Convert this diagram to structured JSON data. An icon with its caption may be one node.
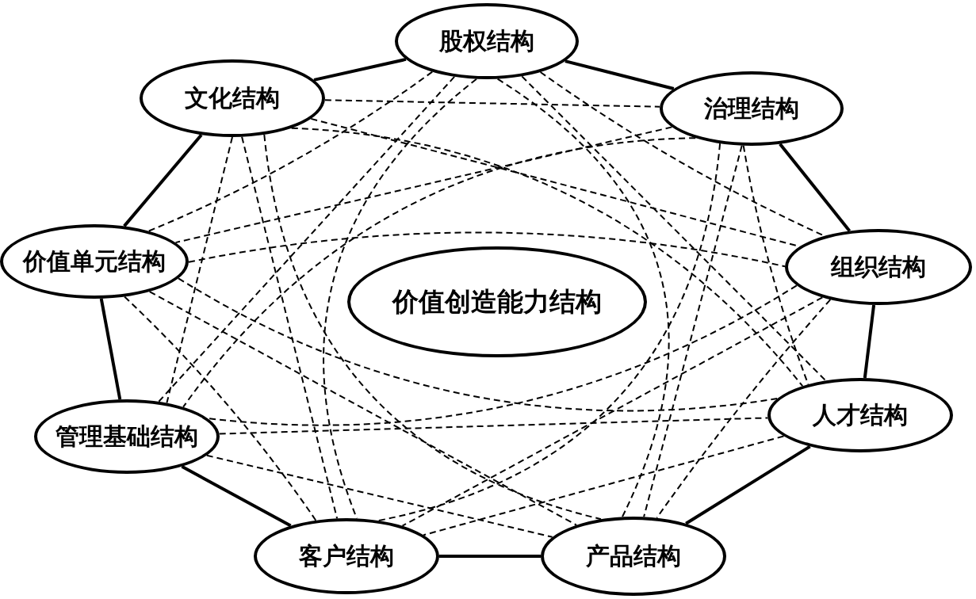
{
  "diagram": {
    "nodes": [
      {
        "text": [
          "股权结构"
        ]
      },
      {
        "text": [
          "文化结构"
        ]
      },
      {
        "text": [
          "治理结构"
        ]
      },
      {
        "text": [
          "价值单元结构"
        ]
      },
      {
        "text": [
          "组织结构"
        ]
      },
      {
        "text": [
          "价值创造能力结构"
        ]
      },
      {
        "text": [
          "管理基础结构"
        ]
      },
      {
        "text": [
          "人才结构"
        ]
      },
      {
        "text": [
          "客户结构"
        ]
      },
      {
        "text": [
          "产品结构"
        ]
      }
    ],
    "edges": [
      {
        "from": 0,
        "to": 2,
        "arrow": "none",
        "style": "thick"
      },
      {
        "from": 2,
        "to": 4,
        "arrow": "none",
        "style": "thick"
      },
      {
        "from": 4,
        "to": 7,
        "arrow": "none",
        "style": "thick"
      },
      {
        "from": 7,
        "to": 9,
        "arrow": "none",
        "style": "thick"
      },
      {
        "from": 9,
        "to": 8,
        "arrow": "none",
        "style": "thick"
      },
      {
        "from": 8,
        "to": 6,
        "arrow": "none",
        "style": "thick"
      },
      {
        "from": 6,
        "to": 3,
        "arrow": "none",
        "style": "thick"
      },
      {
        "from": 3,
        "to": 1,
        "arrow": "none",
        "style": "thick"
      },
      {
        "from": 1,
        "to": 0,
        "arrow": "none",
        "style": "thick"
      },
      {
        "from": 0,
        "to": 3,
        "arrow": "none",
        "style": "dashed"
      },
      {
        "from": 0,
        "to": 4,
        "arrow": "none",
        "style": "dashed"
      },
      {
        "from": 0,
        "to": 6,
        "arrow": "none",
        "style": "dashed"
      },
      {
        "from": 0,
        "to": 7,
        "arrow": "none",
        "style": "dashed"
      },
      {
        "from": 0,
        "to": 8,
        "arrow": "none",
        "style": "dashed"
      },
      {
        "from": 0,
        "to": 9,
        "arrow": "none",
        "style": "dashed"
      },
      {
        "from": 1,
        "to": 2,
        "arrow": "none",
        "style": "dashed"
      },
      {
        "from": 1,
        "to": 4,
        "arrow": "none",
        "style": "dashed"
      },
      {
        "from": 1,
        "to": 6,
        "arrow": "none",
        "style": "dashed"
      },
      {
        "from": 1,
        "to": 7,
        "arrow": "none",
        "style": "dashed"
      },
      {
        "from": 1,
        "to": 8,
        "arrow": "none",
        "style": "dashed"
      },
      {
        "from": 1,
        "to": 9,
        "arrow": "none",
        "style": "dashed"
      },
      {
        "from": 2,
        "to": 3,
        "arrow": "none",
        "style": "dashed"
      },
      {
        "from": 2,
        "to": 6,
        "arrow": "none",
        "style": "dashed"
      },
      {
        "from": 2,
        "to": 7,
        "arrow": "none",
        "style": "dashed"
      },
      {
        "from": 2,
        "to": 8,
        "arrow": "none",
        "style": "dashed"
      },
      {
        "from": 2,
        "to": 9,
        "arrow": "none",
        "style": "dashed"
      },
      {
        "from": 3,
        "to": 4,
        "arrow": "none",
        "style": "dashed"
      },
      {
        "from": 3,
        "to": 7,
        "arrow": "none",
        "style": "dashed"
      },
      {
        "from": 3,
        "to": 8,
        "arrow": "none",
        "style": "dashed"
      },
      {
        "from": 3,
        "to": 9,
        "arrow": "none",
        "style": "dashed"
      },
      {
        "from": 4,
        "to": 6,
        "arrow": "none",
        "style": "dashed"
      },
      {
        "from": 4,
        "to": 8,
        "arrow": "none",
        "style": "dashed"
      },
      {
        "from": 4,
        "to": 9,
        "arrow": "none",
        "style": "dashed"
      },
      {
        "from": 6,
        "to": 7,
        "arrow": "none",
        "style": "dashed"
      },
      {
        "from": 6,
        "to": 9,
        "arrow": "none",
        "style": "dashed"
      },
      {
        "from": 7,
        "to": 8,
        "arrow": "none",
        "style": "dashed"
      }
    ]
  }
}
